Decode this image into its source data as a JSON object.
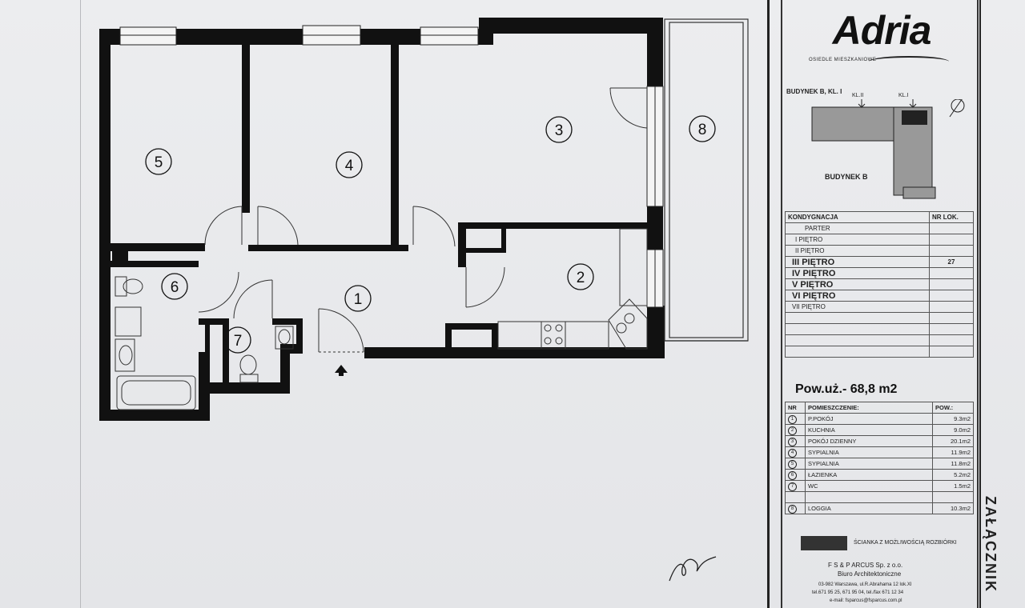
{
  "logo": {
    "name": "Adria",
    "subtitle": "OSIEDLE MIESZKANIOWE"
  },
  "building": {
    "label": "BUDYNEK B, KL. I",
    "kl2": "KL.II",
    "kl1": "KL.I",
    "badge": "BUDYNEK B"
  },
  "floors_table": {
    "headers": [
      "KONDYGNACJA",
      "NR LOK."
    ],
    "rows": [
      {
        "label": "PARTER",
        "bold": false,
        "nr": ""
      },
      {
        "label": "I  PIĘTRO",
        "bold": false,
        "nr": ""
      },
      {
        "label": "II  PIĘTRO",
        "bold": false,
        "nr": ""
      },
      {
        "label": "III  PIĘTRO",
        "bold": true,
        "nr": "27"
      },
      {
        "label": "IV  PIĘTRO",
        "bold": true,
        "nr": ""
      },
      {
        "label": "V  PIĘTRO",
        "bold": true,
        "nr": ""
      },
      {
        "label": "VI  PIĘTRO",
        "bold": true,
        "nr": ""
      },
      {
        "label": "VII  PIĘTRO",
        "bold": false,
        "nr": ""
      }
    ]
  },
  "usable_area": "Pow.uż.-  68,8 m2",
  "rooms_table": {
    "headers": [
      "NR",
      "POMIESZCZENIE:",
      "POW.:"
    ],
    "rows": [
      {
        "nr": "1",
        "name": "P.POKÓJ",
        "area": "9.3m2"
      },
      {
        "nr": "2",
        "name": "KUCHNIA",
        "area": "9.0m2"
      },
      {
        "nr": "3",
        "name": "POKÓJ DZIENNY",
        "area": "20.1m2"
      },
      {
        "nr": "4",
        "name": "SYPIALNIA",
        "area": "11.9m2"
      },
      {
        "nr": "5",
        "name": "SYPIALNIA",
        "area": "11.8m2"
      },
      {
        "nr": "6",
        "name": "ŁAZIENKA",
        "area": "5.2m2"
      },
      {
        "nr": "7",
        "name": "WC",
        "area": "1.5m2"
      },
      {
        "nr": "",
        "name": "",
        "area": ""
      },
      {
        "nr": "8",
        "name": "LOGGIA",
        "area": "10.3m2"
      }
    ]
  },
  "legend": "ŚCIANKA Z MOŻLIWOŚCIĄ ROZBIÓRKI",
  "firm": {
    "name": "F S & P  ARCUS Sp. z o.o.",
    "desc": "Biuro Architektoniczne",
    "addr": "03-982 Warszawa, ul.R.Abrahama 12 lok.XI",
    "tel": "tel.671 95 25, 671 95 04, tel./fax 671 12 34",
    "email": "e-mail: fsparcus@fsparcus.com.pl"
  },
  "side_label": "ZAŁĄCZNIK",
  "rooms": [
    {
      "number": "1"
    },
    {
      "number": "2"
    },
    {
      "number": "3"
    },
    {
      "number": "4"
    },
    {
      "number": "5"
    },
    {
      "number": "6"
    },
    {
      "number": "7"
    },
    {
      "number": "8"
    }
  ]
}
